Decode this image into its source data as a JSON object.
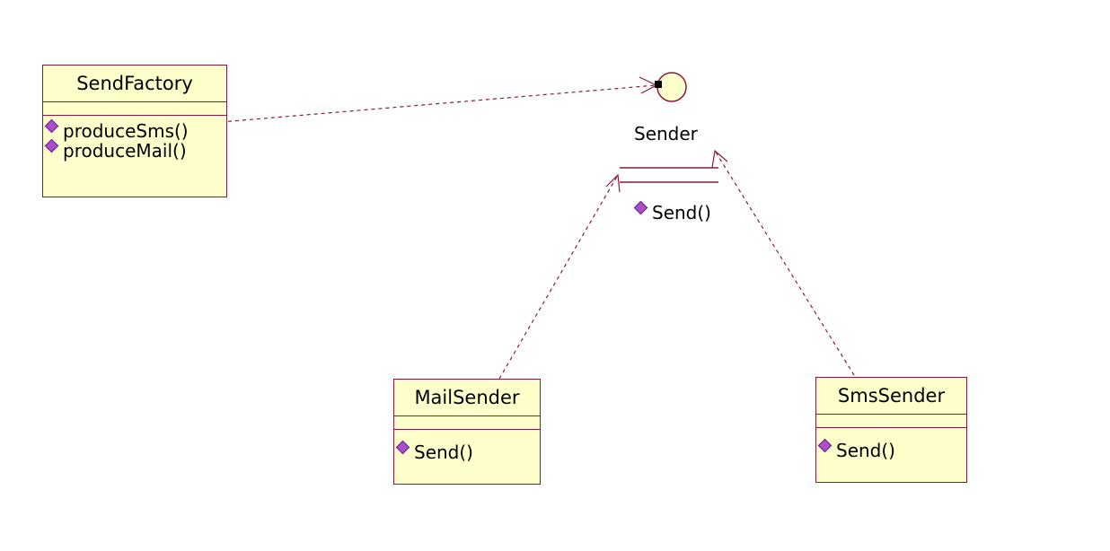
{
  "diagram": {
    "classes": {
      "send_factory": {
        "name": "SendFactory",
        "operations": [
          "produceSms()",
          "produceMail()"
        ]
      },
      "mail_sender": {
        "name": "MailSender",
        "operations": [
          "Send()"
        ]
      },
      "sms_sender": {
        "name": "SmsSender",
        "operations": [
          "Send()"
        ]
      }
    },
    "interface": {
      "name": "Sender",
      "operations": [
        "Send()"
      ]
    },
    "colors": {
      "class_fill": "#ffffcc",
      "class_border": "#8b1a3e",
      "operation_icon": "#a94fc9",
      "dashed_line": "#8b1a3e"
    }
  }
}
